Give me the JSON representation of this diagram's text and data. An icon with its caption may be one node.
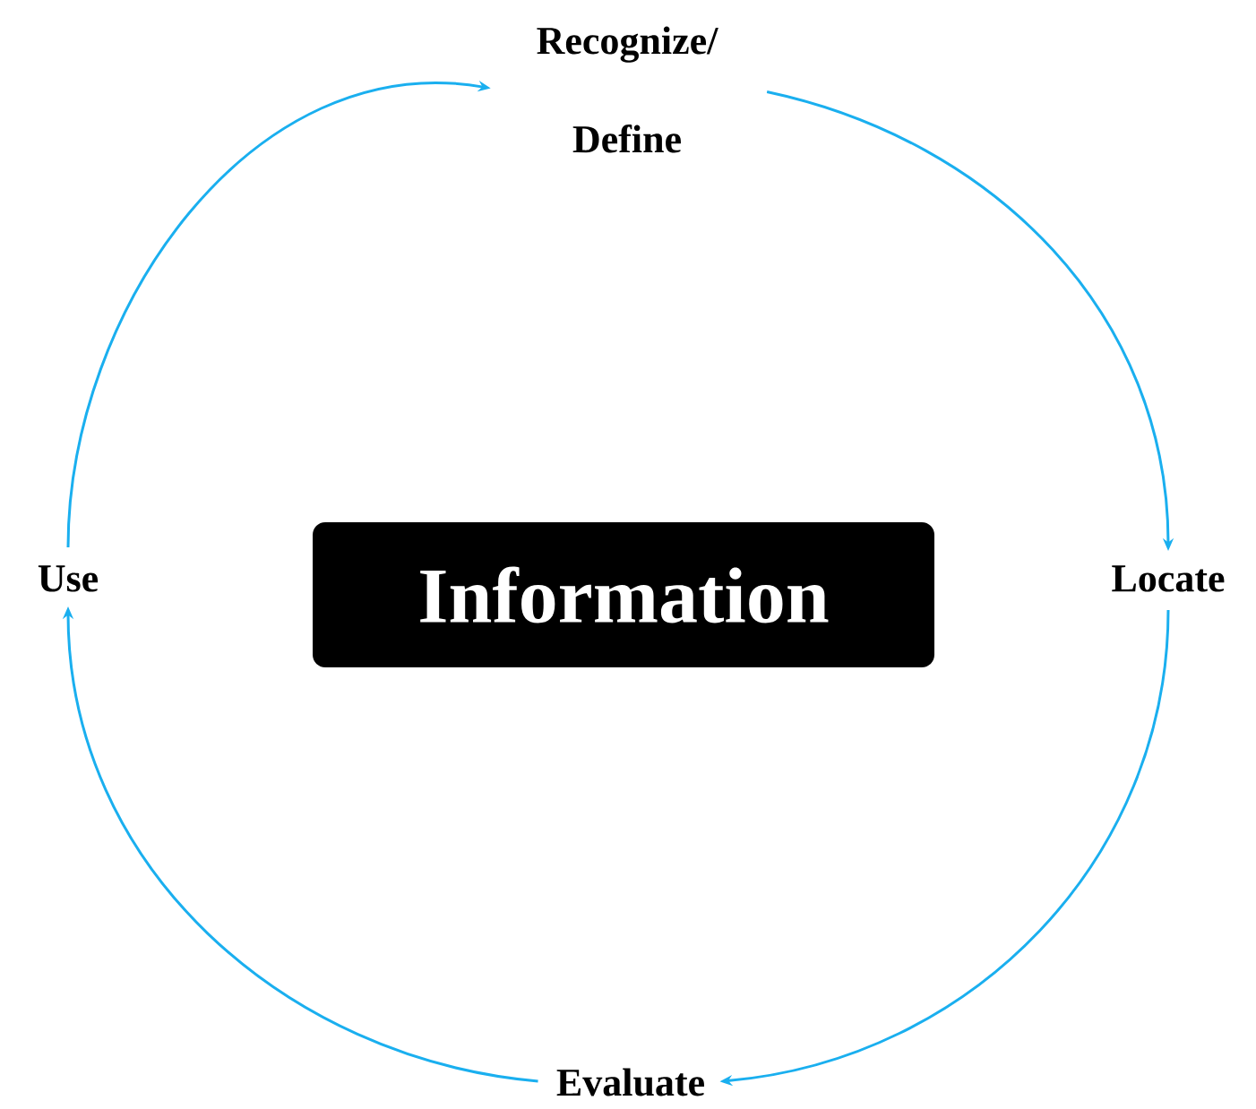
{
  "diagram": {
    "nodes": [
      {
        "text": [
          "Information"
        ]
      },
      {
        "text": [
          "Recognize/ Define"
        ]
      },
      {
        "text": [
          "Locate"
        ]
      },
      {
        "text": [
          "Evaluate"
        ]
      },
      {
        "text": [
          "Use"
        ]
      }
    ],
    "edges": [
      {
        "from": 1,
        "to": 2,
        "arrow": "to"
      },
      {
        "from": 2,
        "to": 3,
        "arrow": "to"
      },
      {
        "from": 3,
        "to": 4,
        "arrow": "to"
      },
      {
        "from": 4,
        "to": 1,
        "arrow": "to"
      }
    ]
  }
}
